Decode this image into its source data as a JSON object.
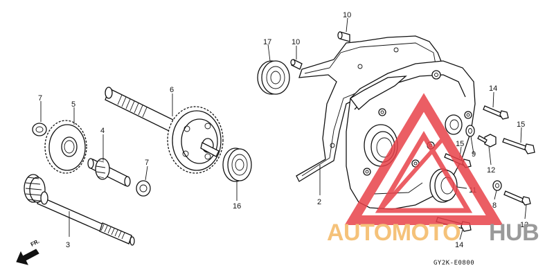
{
  "diagram": {
    "part_numbers": {
      "p2": "2",
      "p3": "3",
      "p4": "4",
      "p5": "5",
      "p6": "6",
      "p7a": "7",
      "p7b": "7",
      "p8": "8",
      "p9": "9",
      "p10a": "10",
      "p10b": "10",
      "p11": "11",
      "p12": "12",
      "p13": "13",
      "p14a": "14",
      "p14b": "14",
      "p15a": "15",
      "p15b": "15",
      "p16": "16",
      "p17": "17"
    },
    "front_label": "FR.",
    "figure_code": "GY2K-E0800"
  },
  "watermark": {
    "text_part1": "AUTOMOTO",
    "text_part2": "HUB",
    "color_part1": "#f5c27a",
    "color_part2": "#9a9a9a",
    "logo_color": "#e8424a"
  }
}
